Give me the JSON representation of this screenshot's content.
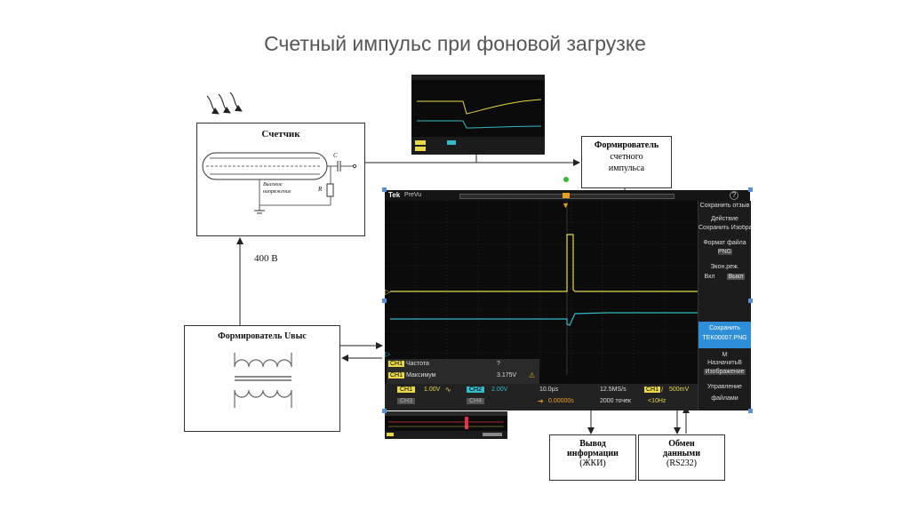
{
  "slide": {
    "title": "Счетный импульс при фоновой загрузке"
  },
  "counter": {
    "label": "Счетчик",
    "cap_label": "C",
    "res_label": "R",
    "hv_label_line1": "Высокое",
    "hv_label_line2": "напряжение"
  },
  "voltage_label": "400 В",
  "shaper_pulse": {
    "line1": "Формирователь",
    "line2": "счетного",
    "line3": "импульса"
  },
  "shaper_hv": {
    "label": "Формирователь Uвыс"
  },
  "display_box": {
    "line1": "Вывод",
    "line2": "информации",
    "line3": "(ЖКИ)"
  },
  "exchange_box": {
    "line1": "Обмен",
    "line2": "данными",
    "line3": "(RS232)"
  },
  "scope": {
    "brand": "Tek",
    "mode": "PreVu",
    "help": "?",
    "side_menu": {
      "title": "Сохранить отзыв",
      "action_label": "Действие",
      "action_value": "Сохранить Изображение",
      "format_label": "Формат файла",
      "format_value": "PNG",
      "eco_label": "Экон.реж.",
      "eco_on": "Вкл",
      "eco_off": "Выкл",
      "save_label": "Сохранить",
      "save_file": "TEK00007.PNG",
      "assign_marker": "M",
      "assign_label": "НазначитьВ",
      "assign_value": "Изображение",
      "manage_label_1": "Управление",
      "manage_label_2": "файлами"
    },
    "measurements": [
      {
        "ch": "CH1",
        "name": "Частота",
        "value": "?"
      },
      {
        "ch": "CH1",
        "name": "Максимум",
        "value": "3.175V"
      }
    ],
    "status": {
      "ch1": "CH1",
      "ch1_scale": "1.00V",
      "ch2": "CH2",
      "ch2_scale": "2.00V",
      "ch3": "CH3",
      "ch4": "CH4",
      "timebase": "10.0µs",
      "sample_rate": "12.5MS/s",
      "trig_ch": "CH1",
      "trig_level": "500mV",
      "position": "0.00000s",
      "points": "2000 точек",
      "bw": "<10Hz"
    },
    "ch1_color": "#e8d84a",
    "ch2_color": "#38b8c8"
  }
}
